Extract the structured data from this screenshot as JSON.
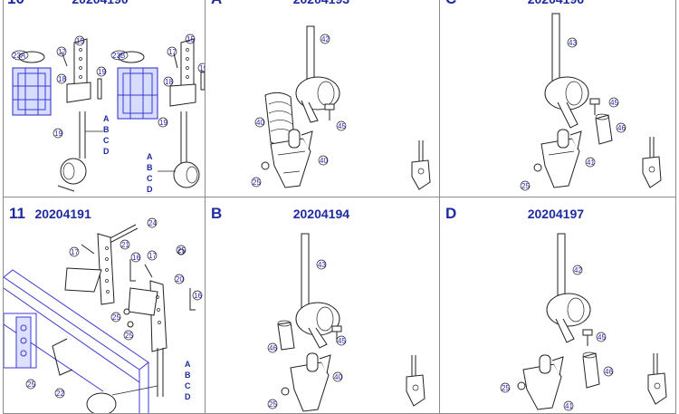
{
  "panels": [
    {
      "id": "p10",
      "letter": "10",
      "code": "20204190"
    },
    {
      "id": "pA",
      "letter": "A",
      "code": "20204193"
    },
    {
      "id": "pC",
      "letter": "C",
      "code": "20204196"
    },
    {
      "id": "p11",
      "letter": "11",
      "code": "20204191"
    },
    {
      "id": "pB",
      "letter": "B",
      "code": "20204194"
    },
    {
      "id": "pD",
      "letter": "D",
      "code": "20204197"
    }
  ],
  "callouts": {
    "p10": [
      "23A",
      "23B",
      "15",
      "17",
      "18",
      "19",
      "15",
      "17",
      "18",
      "19",
      "19",
      "19"
    ],
    "pA": [
      "42",
      "40",
      "45",
      "40",
      "25"
    ],
    "pC": [
      "43",
      "45",
      "46",
      "41",
      "25"
    ],
    "p11": [
      "24",
      "17",
      "21",
      "16",
      "17",
      "25",
      "20",
      "16",
      "25",
      "25",
      "22",
      "25"
    ],
    "pB": [
      "43",
      "46",
      "45",
      "40",
      "25"
    ],
    "pD": [
      "42",
      "45",
      "46",
      "25",
      "41"
    ]
  },
  "variant_letters": [
    "A",
    "B",
    "C",
    "D"
  ]
}
